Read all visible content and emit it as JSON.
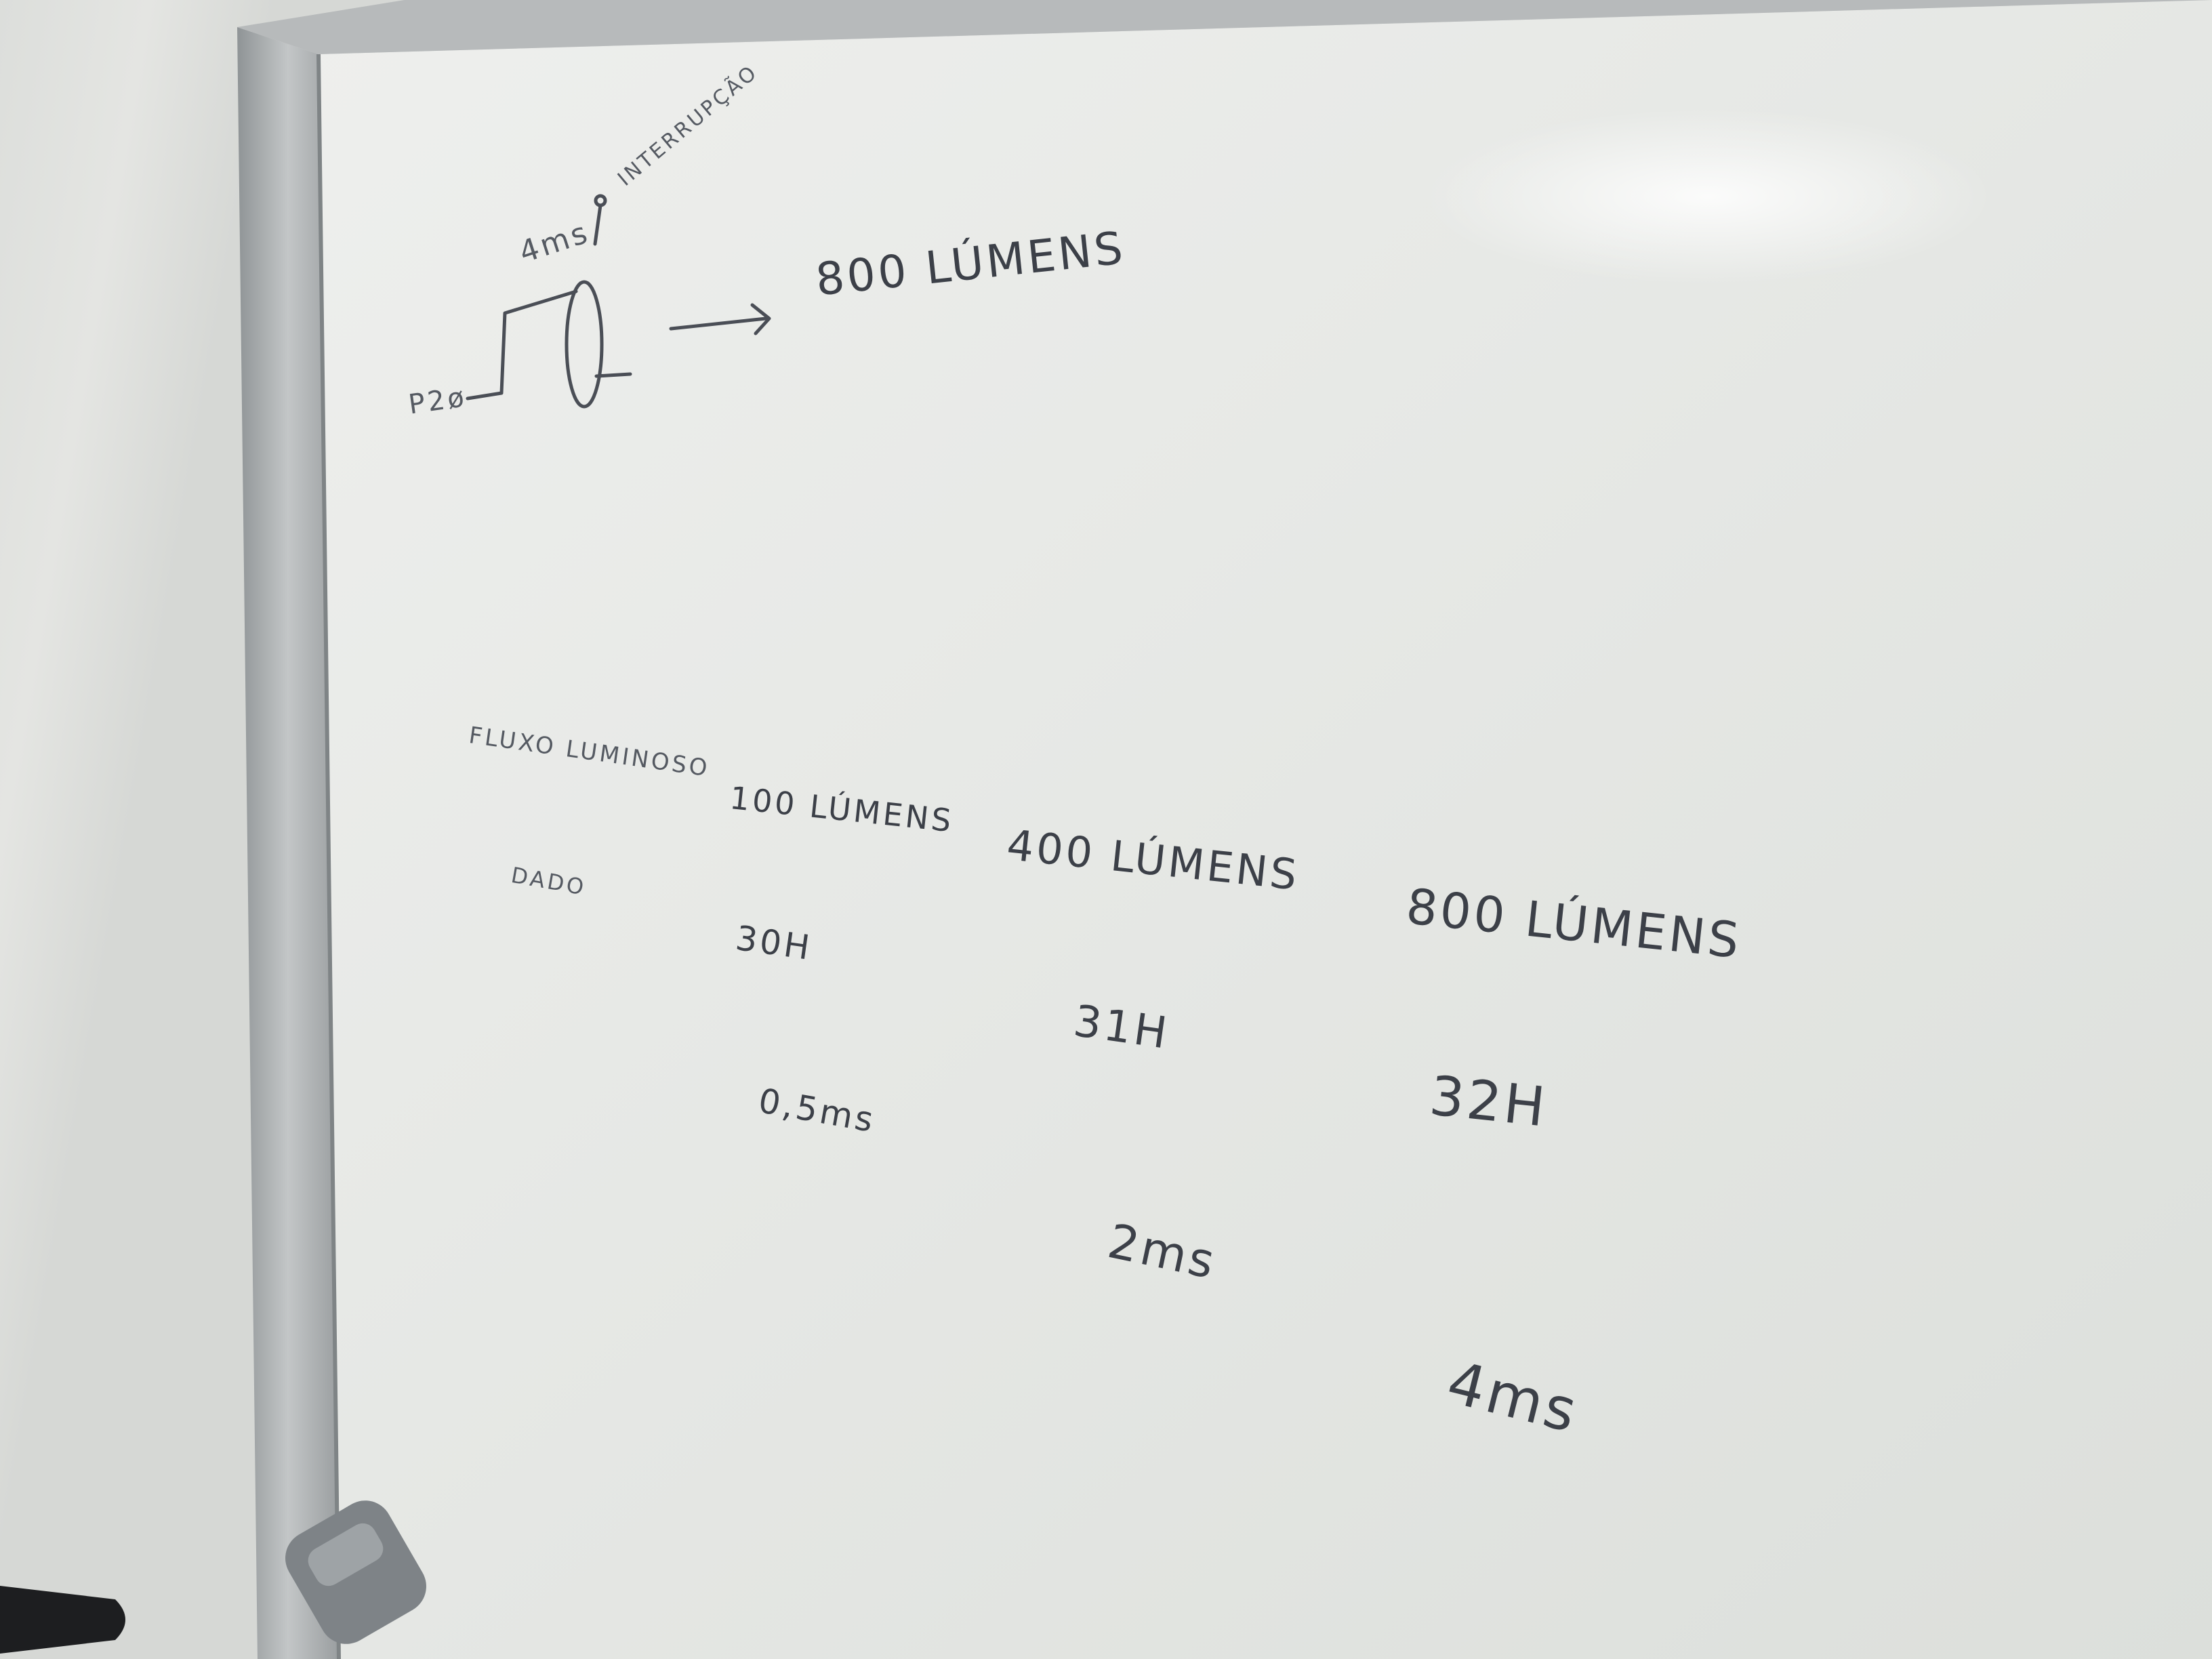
{
  "colors": {
    "wall": "#dcdedb",
    "board": "#e8eae7",
    "frame": "#a9adae",
    "ink": "#3c4048",
    "eraser": "#7e8387"
  },
  "diagram": {
    "input_label": "P2ø",
    "time_label": "4ms",
    "event_label": "INTERRUPÇÃO",
    "output_label": "800 LÚMENS"
  },
  "table": {
    "row_header_1": "FLUXO LUMINOSO",
    "row_header_2": "DADO",
    "columns": [
      {
        "flux": "100 LÚMENS",
        "data": "30H",
        "time": "0,5ms"
      },
      {
        "flux": "400 LÚMENS",
        "data": "31H",
        "time": "2ms"
      },
      {
        "flux": "800 LÚMENS",
        "data": "32H",
        "time": "4ms"
      }
    ]
  }
}
